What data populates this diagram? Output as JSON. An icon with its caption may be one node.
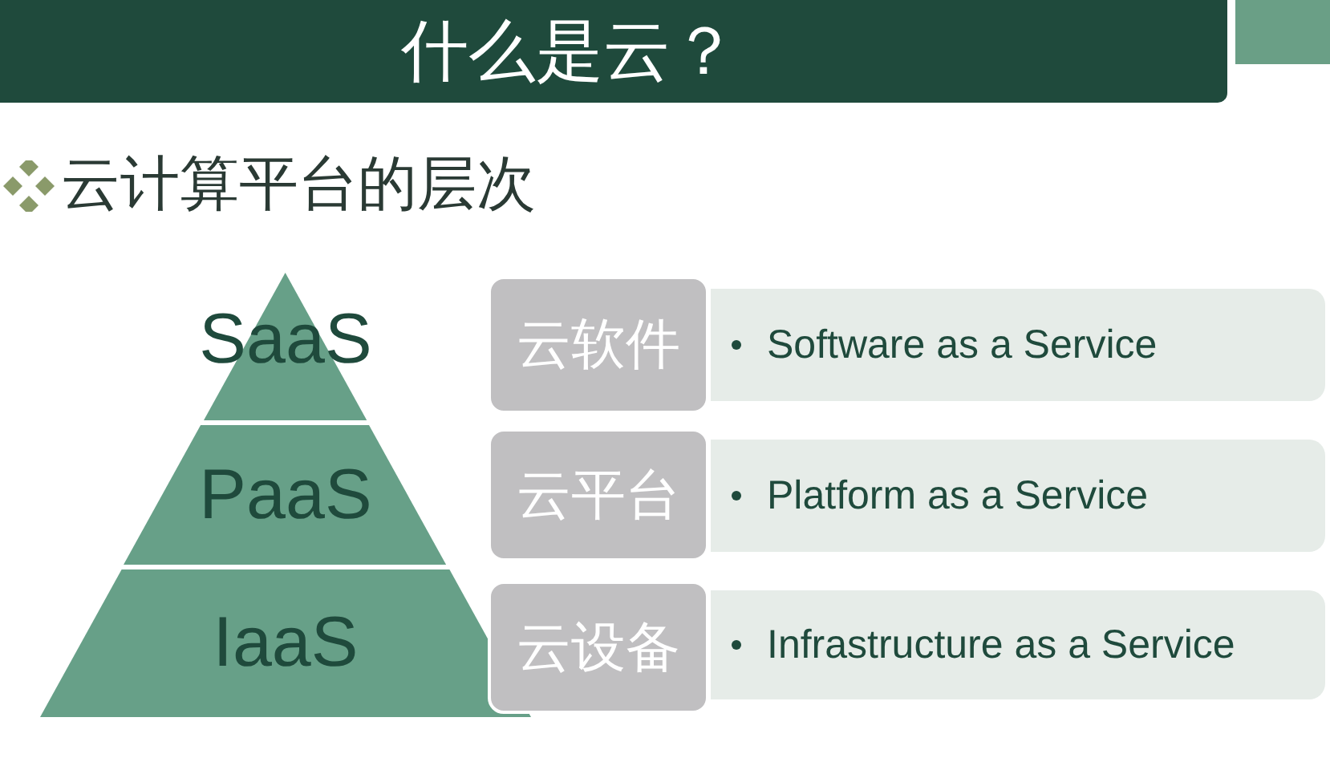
{
  "diagram": {
    "title": "什么是云？",
    "nodes": [
      {
        "text": [
          "SaaS"
        ]
      },
      {
        "text": [
          "PaaS"
        ]
      },
      {
        "text": [
          "IaaS"
        ]
      },
      {
        "text": [
          "云软件"
        ]
      },
      {
        "text": [
          "云平台"
        ]
      },
      {
        "text": [
          "云设备"
        ]
      },
      {
        "text": [
          "Software as a Service"
        ]
      },
      {
        "text": [
          "Platform as a Service"
        ]
      },
      {
        "text": [
          "Infrastructure as a Service"
        ]
      }
    ],
    "labels": [
      "云计算平台的层次"
    ]
  }
}
